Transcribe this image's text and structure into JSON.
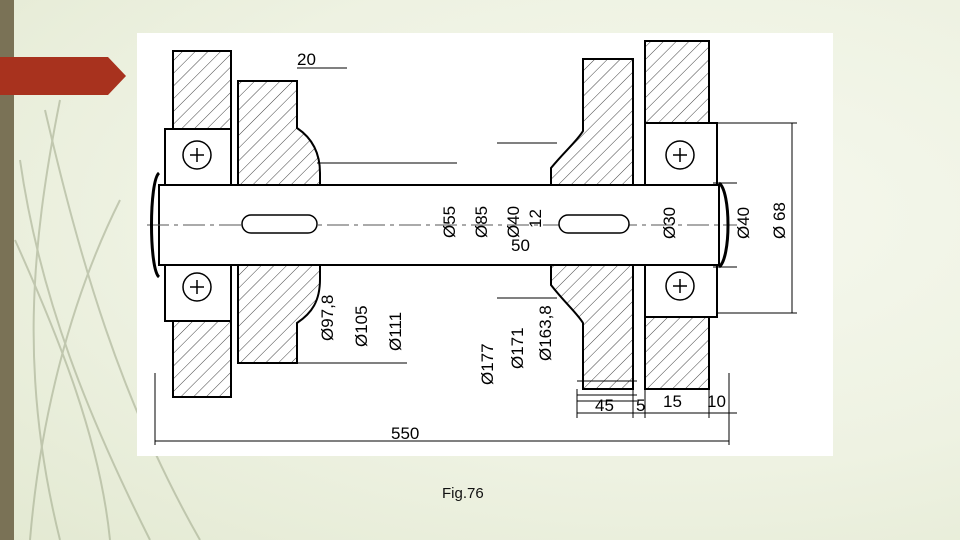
{
  "caption": "Fig.76",
  "dimensions": {
    "d20": "20",
    "d55": "Ø55",
    "d85": "Ø85",
    "d40": "Ø40",
    "d12": "12",
    "d50": "50",
    "d30": "Ø30",
    "d40b": "Ø40",
    "d68": "Ø 68",
    "d97_8": "Ø97,8",
    "d105": "Ø105",
    "d111": "Ø111",
    "d177": "Ø177",
    "d171": "Ø171",
    "d163_8": "Ø163,8",
    "d45": "45",
    "d5": "5",
    "d15": "15",
    "d10": "10",
    "d550": "550"
  },
  "colors": {
    "accent": "#a8321e",
    "sidebar": "#7a7256",
    "background": "#eef2e2"
  }
}
